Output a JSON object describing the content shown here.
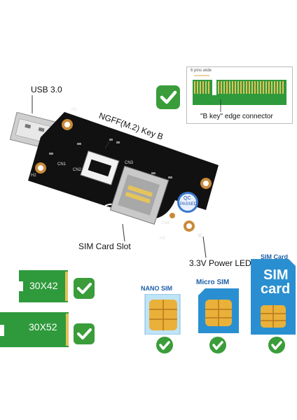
{
  "callouts": {
    "usb": "USB 3.0",
    "ngff": "NGFF(M.2) Key B",
    "sim_slot": "SIM Card Slot",
    "led": "3.3V Power LED"
  },
  "edge_connector": {
    "pins_note": "6 pins wide",
    "caption": "\"B key\" edge connector"
  },
  "board_silkscreen": {
    "h1": "H1",
    "h2": "H2",
    "h3": "H3",
    "cn1": "CN1",
    "cn2": "CN2",
    "cn3": "CN3",
    "cn4": "CN4",
    "qc_top": "QC",
    "qc_bottom": "PASSED"
  },
  "sizes": [
    "30X42",
    "30X52"
  ],
  "sim_types": {
    "nano": "NANO SIM",
    "micro": "Micro SIM",
    "standard_top": "SIM Card",
    "standard_big1": "SIM",
    "standard_big2": "card"
  },
  "colors": {
    "check_green": "#3a9d3a",
    "pcb_black": "#111111",
    "pcb_green": "#2f9a3c",
    "sim_blue": "#2a8fd0"
  }
}
